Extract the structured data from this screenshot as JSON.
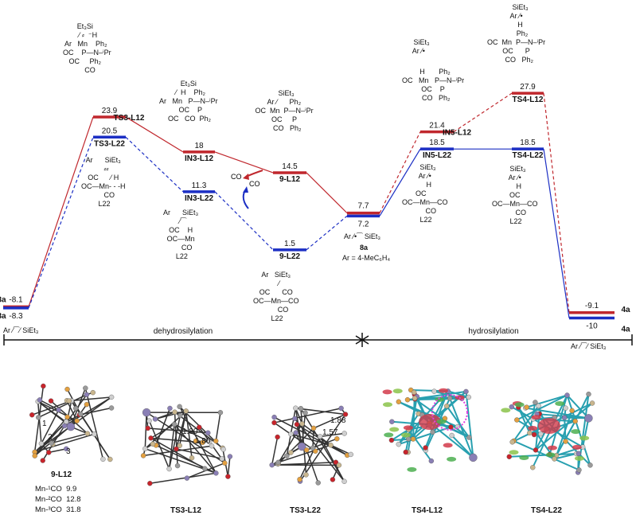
{
  "profile": {
    "levels": [
      {
        "id": "3a-red",
        "name": "3a",
        "energy": -8.1,
        "series": "L12",
        "col": 0
      },
      {
        "id": "3a-blue",
        "name": "3a",
        "energy": -8.3,
        "series": "L22",
        "col": 0
      },
      {
        "id": "TS3-L12",
        "name": "TS3-L12",
        "energy": 23.9,
        "series": "L12",
        "col": 1
      },
      {
        "id": "TS3-L22",
        "name": "TS3-L22",
        "energy": 20.5,
        "series": "L22",
        "col": 1
      },
      {
        "id": "IN3-L12",
        "name": "IN3-L12",
        "energy": 18.0,
        "series": "L12",
        "col": 2
      },
      {
        "id": "IN3-L22",
        "name": "IN3-L22",
        "energy": 11.3,
        "series": "L22",
        "col": 2
      },
      {
        "id": "9-L12",
        "name": "9-L12",
        "energy": 14.5,
        "series": "L12",
        "col": 3
      },
      {
        "id": "9-L22",
        "name": "9-L22",
        "energy": 1.5,
        "series": "L22",
        "col": 3
      },
      {
        "id": "8a-red",
        "name": "",
        "energy": 7.7,
        "series": "L12",
        "col": 4
      },
      {
        "id": "8a-blue",
        "name": "",
        "energy": 7.2,
        "series": "L22",
        "col": 4
      },
      {
        "id": "IN5-L12",
        "name": "IN5-L12",
        "energy": 21.4,
        "series": "L12",
        "col": 5
      },
      {
        "id": "IN5-L22",
        "name": "IN5-L22",
        "energy": 18.5,
        "series": "L22",
        "col": 5
      },
      {
        "id": "TS4-L12",
        "name": "TS4-L12",
        "energy": 27.9,
        "series": "L12",
        "col": 6
      },
      {
        "id": "TS4-L22",
        "name": "TS4-L22",
        "energy": 18.5,
        "series": "L22",
        "col": 6
      },
      {
        "id": "4a-red",
        "name": "4a",
        "energy": -9.1,
        "series": "L12",
        "col": 7
      },
      {
        "id": "4a-blue",
        "name": "4a",
        "energy": -10.0,
        "series": "L22",
        "col": 7
      }
    ],
    "colors": {
      "L12": "#c0272d",
      "L22": "#1c2fc4"
    },
    "sections": {
      "left": "dehydrosilylation",
      "right": "hydrosilylation"
    }
  },
  "structures": {
    "s3a": "Ar ⁄⁀⁄ SiEt₃",
    "ts3l12": "Et₃Si\n   ⁄ ⸗  ⁻H\n Ar   Mn    Ph₂\n  OC    P—N–ⁱPr\nOC     Ph₂\n     CO",
    "in3l12": "Et₃Si\n  ⁄  H    Ph₂\nAr   Mn   P—N–ⁱPr\n  OC    P\n OC   CO  Ph₂",
    "9l12": "   SiEt₃\n Ar ⁄      Ph₂\n OC  Mn  P—N–ⁱPr\n OC     P\n    CO   Ph₂",
    "in5l12top": "   SiEt₃\nAr ⁄•",
    "in5l12": "  H       Ph₂\nOC   Mn   P—N–ⁱPr\nOC    P\n   CO   Ph₂",
    "ts4l12": "    SiEt₃\nAr ⁄•\n    H\n      Ph₂\nOC  Mn  P—N–ⁱPr\nOC      P\n   CO   Ph₂",
    "ts3l22": "Ar      SiEt₃\n   ⸗⸗\nOC      ⁄ H\nOC—Mn- - -H\n      CO\n L22",
    "in3l22": "Ar      SiEt₃\n  ⁄⁀\nOC    H\nOC—Mn\n      CO\n L22",
    "9l22": "Ar   SiEt₃\n   ⁄\nOC      CO\nOC—Mn—CO\n       CO\n L22",
    "8a": "Ar ⁄•⁀ SiEt₃",
    "8a_label": "8a",
    "ar_def": "Ar = 4-MeC₆H₄",
    "in5l22": "   SiEt₃\nAr ⁄•\n    H\nOC    \nOC—Mn—CO\n      CO\n L22",
    "ts4l22": "   SiEt₃\nAr ⁄•\n    H\nOC\nOC—Mn—CO\n      CO\n L22",
    "s4a": "Ar ⁄⁀⁄ SiEt₃",
    "co_l12": "CO",
    "co_l22": "CO"
  },
  "molecules": [
    {
      "label": "9-L12",
      "atom_labels": [
        "1",
        "2",
        "3"
      ]
    },
    {
      "label": "TS3-L12",
      "distances": [
        "1.80",
        "1.80"
      ]
    },
    {
      "label": "TS3-L22",
      "distances": [
        "1.88",
        "1.57"
      ]
    },
    {
      "label": "TS4-L12"
    },
    {
      "label": "TS4-L22"
    }
  ],
  "mn_co": [
    {
      "label": "Mn-¹CO",
      "value": "9.9"
    },
    {
      "label": "Mn-²CO",
      "value": "12.8"
    },
    {
      "label": "Mn-³CO",
      "value": "31.8"
    }
  ]
}
